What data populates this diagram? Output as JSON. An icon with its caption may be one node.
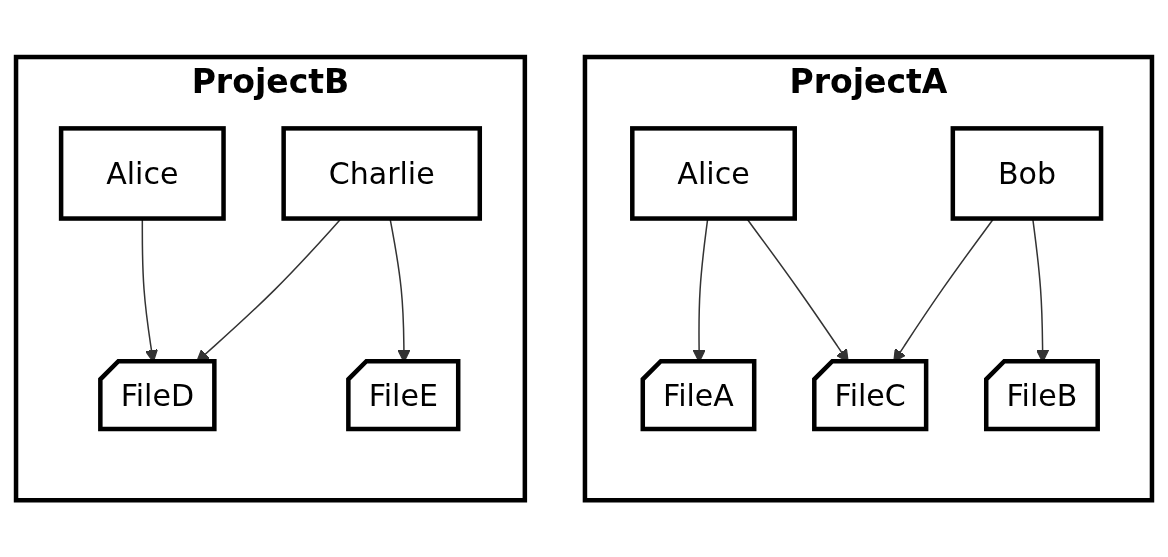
{
  "diagram": {
    "nodes": [
      {
        "text": [
          "ProjectA"
        ]
      },
      {
        "text": [
          "Alice"
        ],
        "in": 0
      },
      {
        "text": [
          "Bob"
        ],
        "in": 0
      },
      {
        "text": [
          "FileA"
        ],
        "in": 0
      },
      {
        "text": [
          "FileB"
        ],
        "in": 0
      },
      {
        "text": [
          "FileC"
        ],
        "in": 0
      },
      {
        "text": [
          "ProjectB"
        ]
      },
      {
        "text": [
          "Alice"
        ],
        "in": 6
      },
      {
        "text": [
          "Charlie"
        ],
        "in": 6
      },
      {
        "text": [
          "FileD"
        ],
        "in": 6
      },
      {
        "text": [
          "FileE"
        ],
        "in": 6
      }
    ],
    "edges": [
      {
        "from": 1,
        "to": 3,
        "arrow": "to"
      },
      {
        "from": 1,
        "to": 5,
        "arrow": "to"
      },
      {
        "from": 2,
        "to": 4,
        "arrow": "to"
      },
      {
        "from": 2,
        "to": 5,
        "arrow": "to"
      },
      {
        "from": 7,
        "to": 9,
        "arrow": "to"
      },
      {
        "from": 8,
        "to": 9,
        "arrow": "to"
      },
      {
        "from": 8,
        "to": 10,
        "arrow": "to"
      }
    ]
  }
}
